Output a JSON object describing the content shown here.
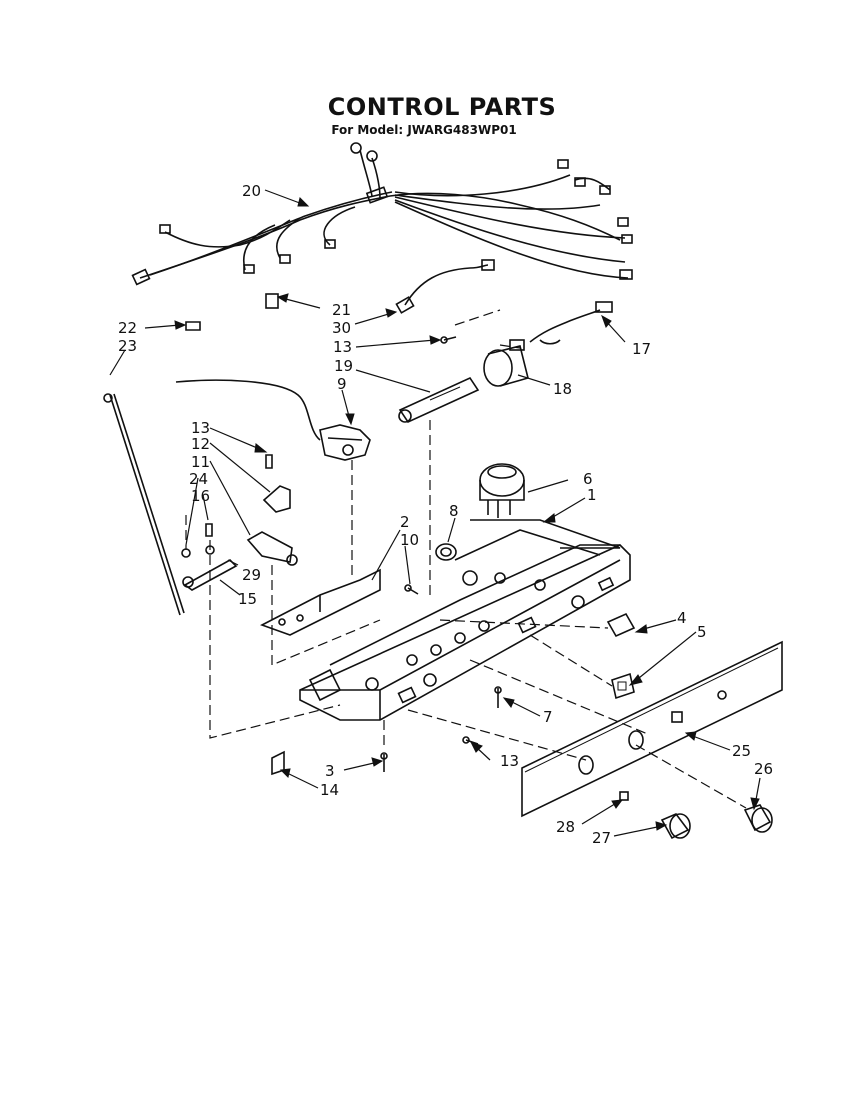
{
  "title": "CONTROL PARTS",
  "subtitle": "For Model: JWARG483WP01",
  "callouts": {
    "c1": "1",
    "c2": "2",
    "c3": "3",
    "c4": "4",
    "c5": "5",
    "c6": "6",
    "c7": "7",
    "c8": "8",
    "c9": "9",
    "c10": "10",
    "c11": "11",
    "c12": "12",
    "c13a": "13",
    "c13b": "13",
    "c13c": "13",
    "c14": "14",
    "c15": "15",
    "c16": "16",
    "c17": "17",
    "c18": "18",
    "c19": "19",
    "c20": "20",
    "c21": "21",
    "c22": "22",
    "c23": "23",
    "c24": "24",
    "c25": "25",
    "c26": "26",
    "c27": "27",
    "c28": "28",
    "c29": "29",
    "c30": "30"
  }
}
